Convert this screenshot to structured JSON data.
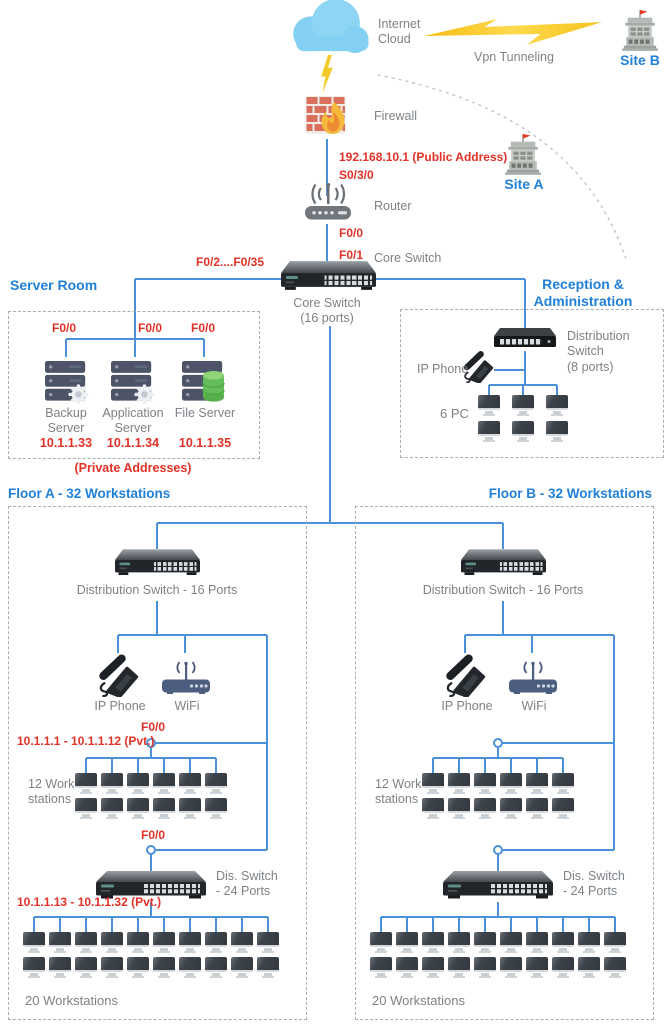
{
  "colors": {
    "line": "#4a91d8",
    "red": "#e23227",
    "heading": "#2180d8",
    "label": "#7d8286",
    "box_border": "#aaadaf"
  },
  "icons": {
    "cloud-icon": "light-blue cloud",
    "lightning-icon": "yellow lightning bolt",
    "firewall-icon": "brick wall with flame",
    "building-icon": "gray building with red flag",
    "router-icon": "gray router with antenna",
    "rack-switch-icon": "dark rack switch with ports",
    "server-icon": "stacked server unit",
    "ip-phone-icon": "black desk phone",
    "wifi-router-icon": "blue wifi router with antenna",
    "monitor-icon": "desktop monitor",
    "junction-node-icon": "small circle connector"
  },
  "top": {
    "internet_cloud": "Internet Cloud",
    "vpn_tunneling": "Vpn Tunneling",
    "site_b": "Site B",
    "site_a": "Site A",
    "firewall": "Firewall",
    "public_address": "192.168.10.1 (Public Address)",
    "serial_interface": "S0/3/0",
    "router": "Router",
    "port_f00": "F0/0",
    "port_f01": "F0/1",
    "core_switch": "Core Switch",
    "core_caption_line1": "Core Switch",
    "core_caption_line2": "(16 ports)",
    "uplink_ports": "F0/2....F0/35"
  },
  "server_room": {
    "title": "Server Room",
    "port_label": "F0/0",
    "servers": [
      {
        "name": "Backup Server",
        "ip": "10.1.1.33"
      },
      {
        "name": "Application Server",
        "ip": "10.1.1.34"
      },
      {
        "name": "File Server",
        "ip": "10.1.1.35"
      }
    ],
    "private_note": "(Private Addresses)"
  },
  "reception": {
    "title_line1": "Reception &",
    "title_line2": "Administration",
    "switch_line1": "Distribution",
    "switch_line2": "Switch",
    "switch_line3": "(8 ports)",
    "ip_phone": "IP Phone",
    "pc_label": "6 PC",
    "pc_count": 6
  },
  "floor_a": {
    "title": "Floor A - 32 Workstations",
    "dist_switch": "Distribution Switch - 16 Ports",
    "ip_phone": "IP Phone",
    "wifi": "WiFi",
    "port_top": "F0/0",
    "ip_range_top": "10.1.1.1 - 10.1.1.12 (Pvt.)",
    "ws_top_label": "12 Work stations",
    "ws_top_count": 12,
    "port_bottom": "F0/0",
    "dis_switch_line1": "Dis. Switch",
    "dis_switch_line2": "- 24 Ports",
    "ip_range_bottom": "10.1.1.13 - 10.1.1.32 (Pvt.)",
    "ws_bottom_label": "20 Workstations",
    "ws_bottom_count": 20
  },
  "floor_b": {
    "title": "Floor B - 32 Workstations",
    "dist_switch": "Distribution Switch - 16 Ports",
    "ip_phone": "IP Phone",
    "wifi": "WiFi",
    "ws_top_label": "12 Work stations",
    "ws_top_count": 12,
    "dis_switch_line1": "Dis. Switch",
    "dis_switch_line2": "- 24 Ports",
    "ws_bottom_label": "20 Workstations",
    "ws_bottom_count": 20
  }
}
